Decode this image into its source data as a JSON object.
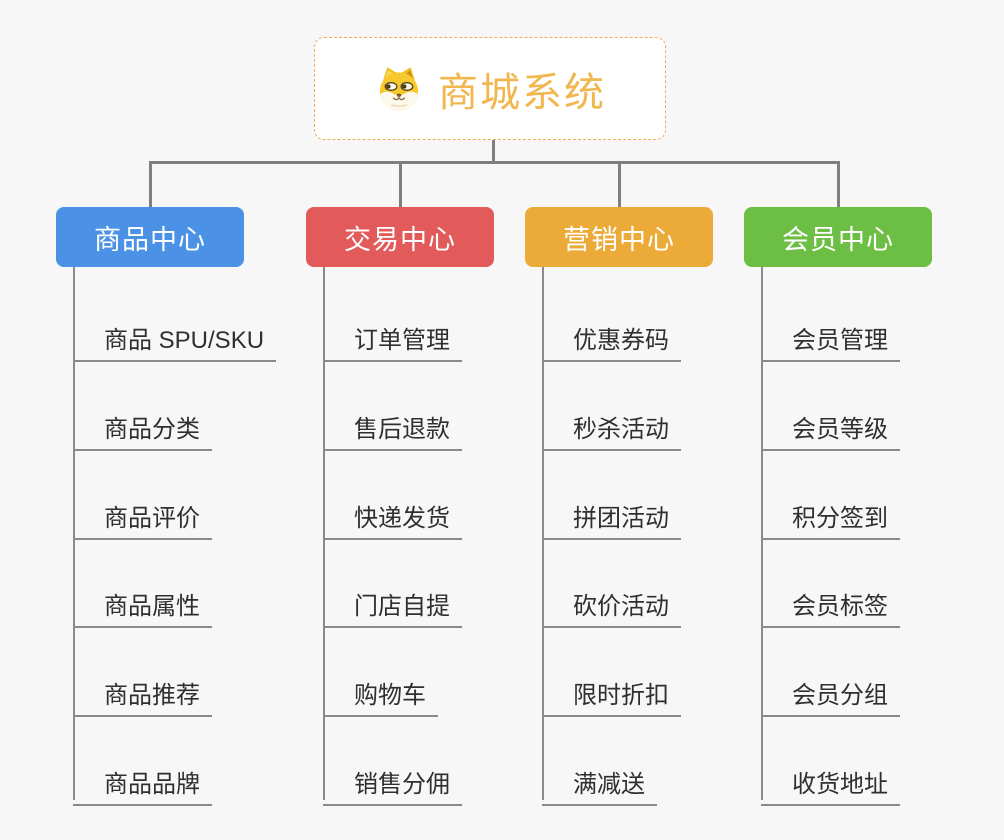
{
  "page": {
    "background_color": "#f7f7f7",
    "connector_color": "#7f7f7f",
    "underline_color": "#8a8a8a"
  },
  "root": {
    "title": "商城系统",
    "icon": "doge-icon",
    "text_color": "#f2b64f",
    "border_color": "#f0ab57"
  },
  "branches": [
    {
      "label": "商品中心",
      "color": "#4b92e6",
      "items": [
        "商品 SPU/SKU",
        "商品分类",
        "商品评价",
        "商品属性",
        "商品推荐",
        "商品品牌"
      ]
    },
    {
      "label": "交易中心",
      "color": "#e25a5a",
      "items": [
        "订单管理",
        "售后退款",
        "快递发货",
        "门店自提",
        "购物车",
        "销售分佣"
      ]
    },
    {
      "label": "营销中心",
      "color": "#ecab39",
      "items": [
        "优惠券码",
        "秒杀活动",
        "拼团活动",
        "砍价活动",
        "限时折扣",
        "满减送"
      ]
    },
    {
      "label": "会员中心",
      "color": "#6dbe45",
      "items": [
        "会员管理",
        "会员等级",
        "积分签到",
        "会员标签",
        "会员分组",
        "收货地址"
      ]
    }
  ]
}
